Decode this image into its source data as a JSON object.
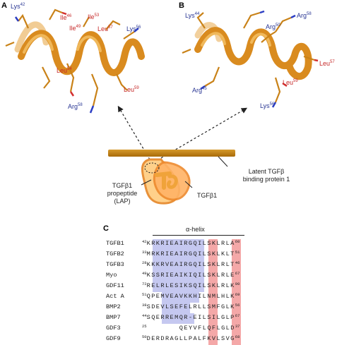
{
  "panels": {
    "a": "A",
    "b": "B",
    "c": "C"
  },
  "panel_a_residues": [
    {
      "name": "Lys",
      "num": "42",
      "color": "blue"
    },
    {
      "name": "Ile",
      "num": "46",
      "color": "red"
    },
    {
      "name": "Ile",
      "num": "49",
      "color": "red"
    },
    {
      "name": "Ile",
      "num": "53",
      "color": "red"
    },
    {
      "name": "Leu",
      "num": "57",
      "color": "red"
    },
    {
      "name": "Lys",
      "num": "56",
      "color": "blue"
    },
    {
      "name": "Leu",
      "num": "54",
      "color": "red"
    },
    {
      "name": "Leu",
      "num": "59",
      "color": "red"
    },
    {
      "name": "Arg",
      "num": "58",
      "color": "blue"
    }
  ],
  "panel_b_residues": [
    {
      "name": "Lys",
      "num": "44",
      "color": "blue"
    },
    {
      "name": "Arg",
      "num": "58",
      "color": "blue"
    },
    {
      "name": "Arg",
      "num": "50",
      "color": "blue"
    },
    {
      "name": "Leu",
      "num": "57",
      "color": "red"
    },
    {
      "name": "Arg",
      "num": "45",
      "color": "blue"
    },
    {
      "name": "Leu",
      "num": "59",
      "color": "red"
    },
    {
      "name": "Lys",
      "num": "56",
      "color": "blue"
    }
  ],
  "schematic": {
    "ltbp_label_line1": "Latent TGFβ",
    "ltbp_label_line2": "binding protein 1",
    "lap_label_line1": "TGFβ1",
    "lap_label_line2": "propeptide",
    "lap_label_line3": "(LAP)",
    "tgfb1_label": "TGFβ1"
  },
  "alignment": {
    "helix_label": "α-helix",
    "rows": [
      {
        "name": "TGFB1",
        "start": "42",
        "seq": "KRKRIEAIRGQILSKLRLA",
        "end": "60",
        "offset": 0
      },
      {
        "name": "TGFB2",
        "start": "33",
        "seq": "MRKRIEAIRGQILSKLKLT",
        "end": "51",
        "offset": 0
      },
      {
        "name": "TGFB3",
        "start": "28",
        "seq": "KKKRVEAIRGQILSKLRLT",
        "end": "46",
        "offset": 0
      },
      {
        "name": "Myo",
        "start": "49",
        "seq": "KSSRIEAIKIQILSKLRLE",
        "end": "67",
        "offset": 0
      },
      {
        "name": "GDF11",
        "start": "72",
        "seq": "RELRLESIKSQILSKLRLK",
        "end": "90",
        "offset": 0
      },
      {
        "name": "Act A",
        "start": "51",
        "seq": "QPEMVEAVKKHILNMLHLK",
        "end": "69",
        "offset": 0
      },
      {
        "name": "BMP2",
        "start": "38",
        "seq": "SDEVLSEFELRLLSMFGLK",
        "end": "56",
        "offset": 0
      },
      {
        "name": "BMP7",
        "start": "44",
        "seq": "SQERREMQR-EILSILGLP",
        "end": "67",
        "offset": 0
      },
      {
        "name": "GDF3",
        "start": "25",
        "seq": "QEYVFLQFLGLD",
        "end": "37",
        "offset": 7
      },
      {
        "name": "GDF9",
        "start": "50",
        "seq": "DERDRAGLLPALFKVLSVG",
        "end": "68",
        "offset": 0
      }
    ]
  },
  "colors": {
    "red": "#c62828",
    "blue": "#283593",
    "shade_blue": "#c5c8f0",
    "shade_red": "#f4a8a8",
    "helix": "#e39a2d",
    "ltbp": "#b7790e"
  }
}
